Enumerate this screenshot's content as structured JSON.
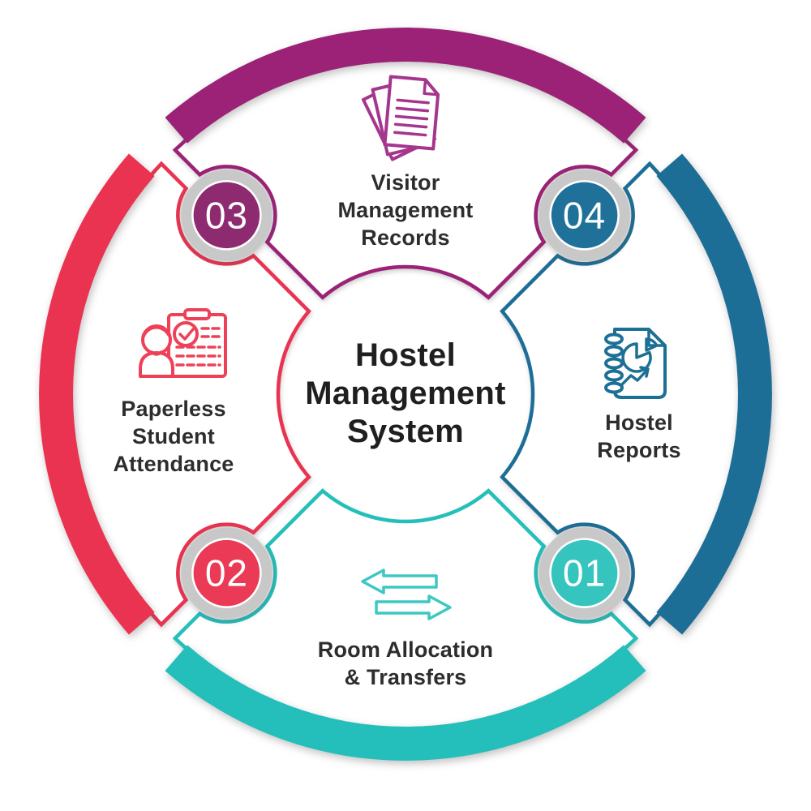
{
  "title": {
    "text": "Hostel Management System",
    "lines": [
      "Hostel",
      "Management",
      "System"
    ]
  },
  "quadrants": [
    {
      "position": "top",
      "label": "Visitor Management Records",
      "lines": [
        "Visitor",
        "Management",
        "Records"
      ],
      "color": "#9b2276",
      "icon": "stacked-documents-icon",
      "icon_color": "#a5368e"
    },
    {
      "position": "right",
      "label": "Hostel Reports",
      "lines": [
        "Hostel",
        "Reports"
      ],
      "color": "#1d6e96",
      "icon": "report-notebook-icon",
      "icon_color": "#1d7095"
    },
    {
      "position": "bottom",
      "label": "Room Allocation & Transfers",
      "lines": [
        "Room Allocation",
        "& Transfers"
      ],
      "color": "#24bfba",
      "icon": "transfer-arrows-icon",
      "icon_color": "#3cc8c3"
    },
    {
      "position": "left",
      "label": "Paperless Student Attendance",
      "lines": [
        "Paperless",
        "Student",
        "Attendance"
      ],
      "color": "#e93350",
      "icon": "student-checklist-icon",
      "icon_color": "#ee4158"
    }
  ],
  "badges": [
    {
      "number": "01",
      "position": "bottom-right",
      "color": "#36c4bf"
    },
    {
      "number": "02",
      "position": "bottom-left",
      "color": "#ea3a55"
    },
    {
      "number": "03",
      "position": "top-left",
      "color": "#8e2a70"
    },
    {
      "number": "04",
      "position": "top-right",
      "color": "#20719a"
    }
  ],
  "badge_ring_color": "#c8c8c8",
  "text_color": "#2d2d2d",
  "background_color": "#ffffff"
}
